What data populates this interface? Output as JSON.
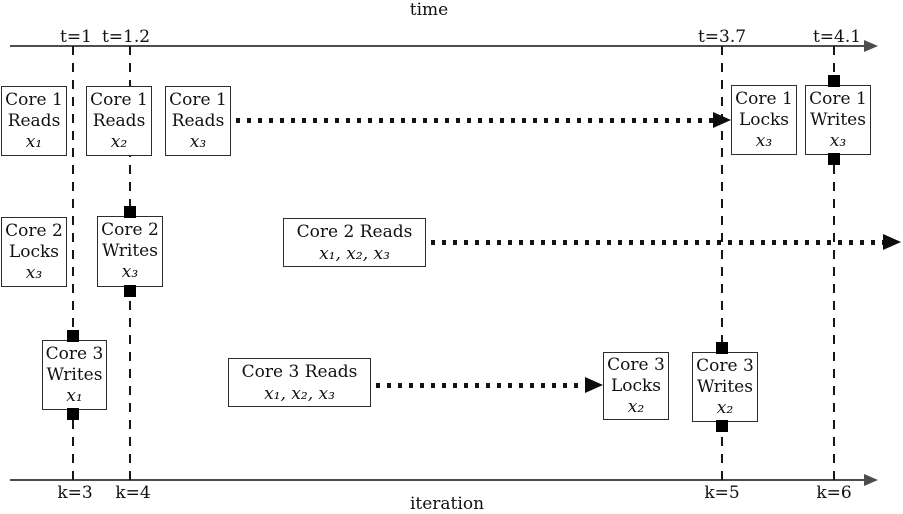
{
  "figure": {
    "time_axis": {
      "label": "time",
      "ticks": [
        "t=1",
        "t=1.2",
        "t=3.7",
        "t=4.1"
      ]
    },
    "iteration_axis": {
      "label": "iteration",
      "ticks": [
        "k=3",
        "k=4",
        "k=5",
        "k=6"
      ]
    },
    "boxes": {
      "c1_reads_x1": {
        "lines": [
          "Core 1",
          "Reads",
          "x₁"
        ]
      },
      "c1_reads_x2": {
        "lines": [
          "Core 1",
          "Reads",
          "x₂"
        ]
      },
      "c1_reads_x3": {
        "lines": [
          "Core 1",
          "Reads",
          "x₃"
        ]
      },
      "c1_locks_x3": {
        "lines": [
          "Core 1",
          "Locks",
          "x₃"
        ]
      },
      "c1_writes_x3": {
        "lines": [
          "Core 1",
          "Writes",
          "x₃"
        ]
      },
      "c2_locks_x3": {
        "lines": [
          "Core 2",
          "Locks",
          "x₃"
        ]
      },
      "c2_writes_x3": {
        "lines": [
          "Core 2",
          "Writes",
          "x₃"
        ]
      },
      "c2_reads_all": {
        "lines": [
          "Core 2 Reads",
          "x₁, x₂, x₃"
        ]
      },
      "c3_writes_x1": {
        "lines": [
          "Core 3",
          "Writes",
          "x₁"
        ]
      },
      "c3_reads_all": {
        "lines": [
          "Core 3 Reads",
          "x₁, x₂, x₃"
        ]
      },
      "c3_locks_x2": {
        "lines": [
          "Core 3",
          "Locks",
          "x₂"
        ]
      },
      "c3_writes_x2": {
        "lines": [
          "Core 3",
          "Writes",
          "x₂"
        ]
      }
    },
    "colors": {
      "ink": "#111111",
      "axis": "#4d4d4d",
      "marker": "#000000"
    }
  }
}
